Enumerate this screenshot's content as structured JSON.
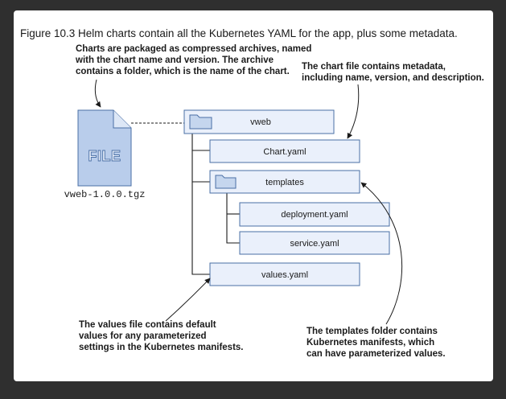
{
  "figure": {
    "caption": "Figure 10.3 Helm charts contain all the Kubernetes YAML for the app, plus some metadata."
  },
  "archive": {
    "icon_text": "FILE",
    "filename": "vweb-1.0.0.tgz"
  },
  "tree": {
    "root": "vweb",
    "chart_file": "Chart.yaml",
    "templates_folder": "templates",
    "deployment": "deployment.yaml",
    "service": "service.yaml",
    "values": "values.yaml"
  },
  "notes": {
    "top_left": [
      "Charts are packaged as compressed archives, named",
      "with the chart name and version. The archive",
      "contains a folder, which is the name of the chart."
    ],
    "top_right": [
      "The chart file contains metadata,",
      "including name, version, and description."
    ],
    "bottom_left": [
      "The values file contains default",
      "values for any parameterized",
      "settings in the Kubernetes manifests."
    ],
    "bottom_right": [
      "The templates folder contains",
      "Kubernetes manifests, which",
      "can have parameterized values."
    ]
  },
  "colors": {
    "page_background": "#2f2f2f",
    "box_fill": "#eaf0fb",
    "box_border": "#4a6fa5",
    "folder_fill": "#c5d6ee",
    "file_icon_fill": "#b9cdeb"
  },
  "icons": {
    "archive": "file-icon",
    "folder": "folder-icon"
  }
}
